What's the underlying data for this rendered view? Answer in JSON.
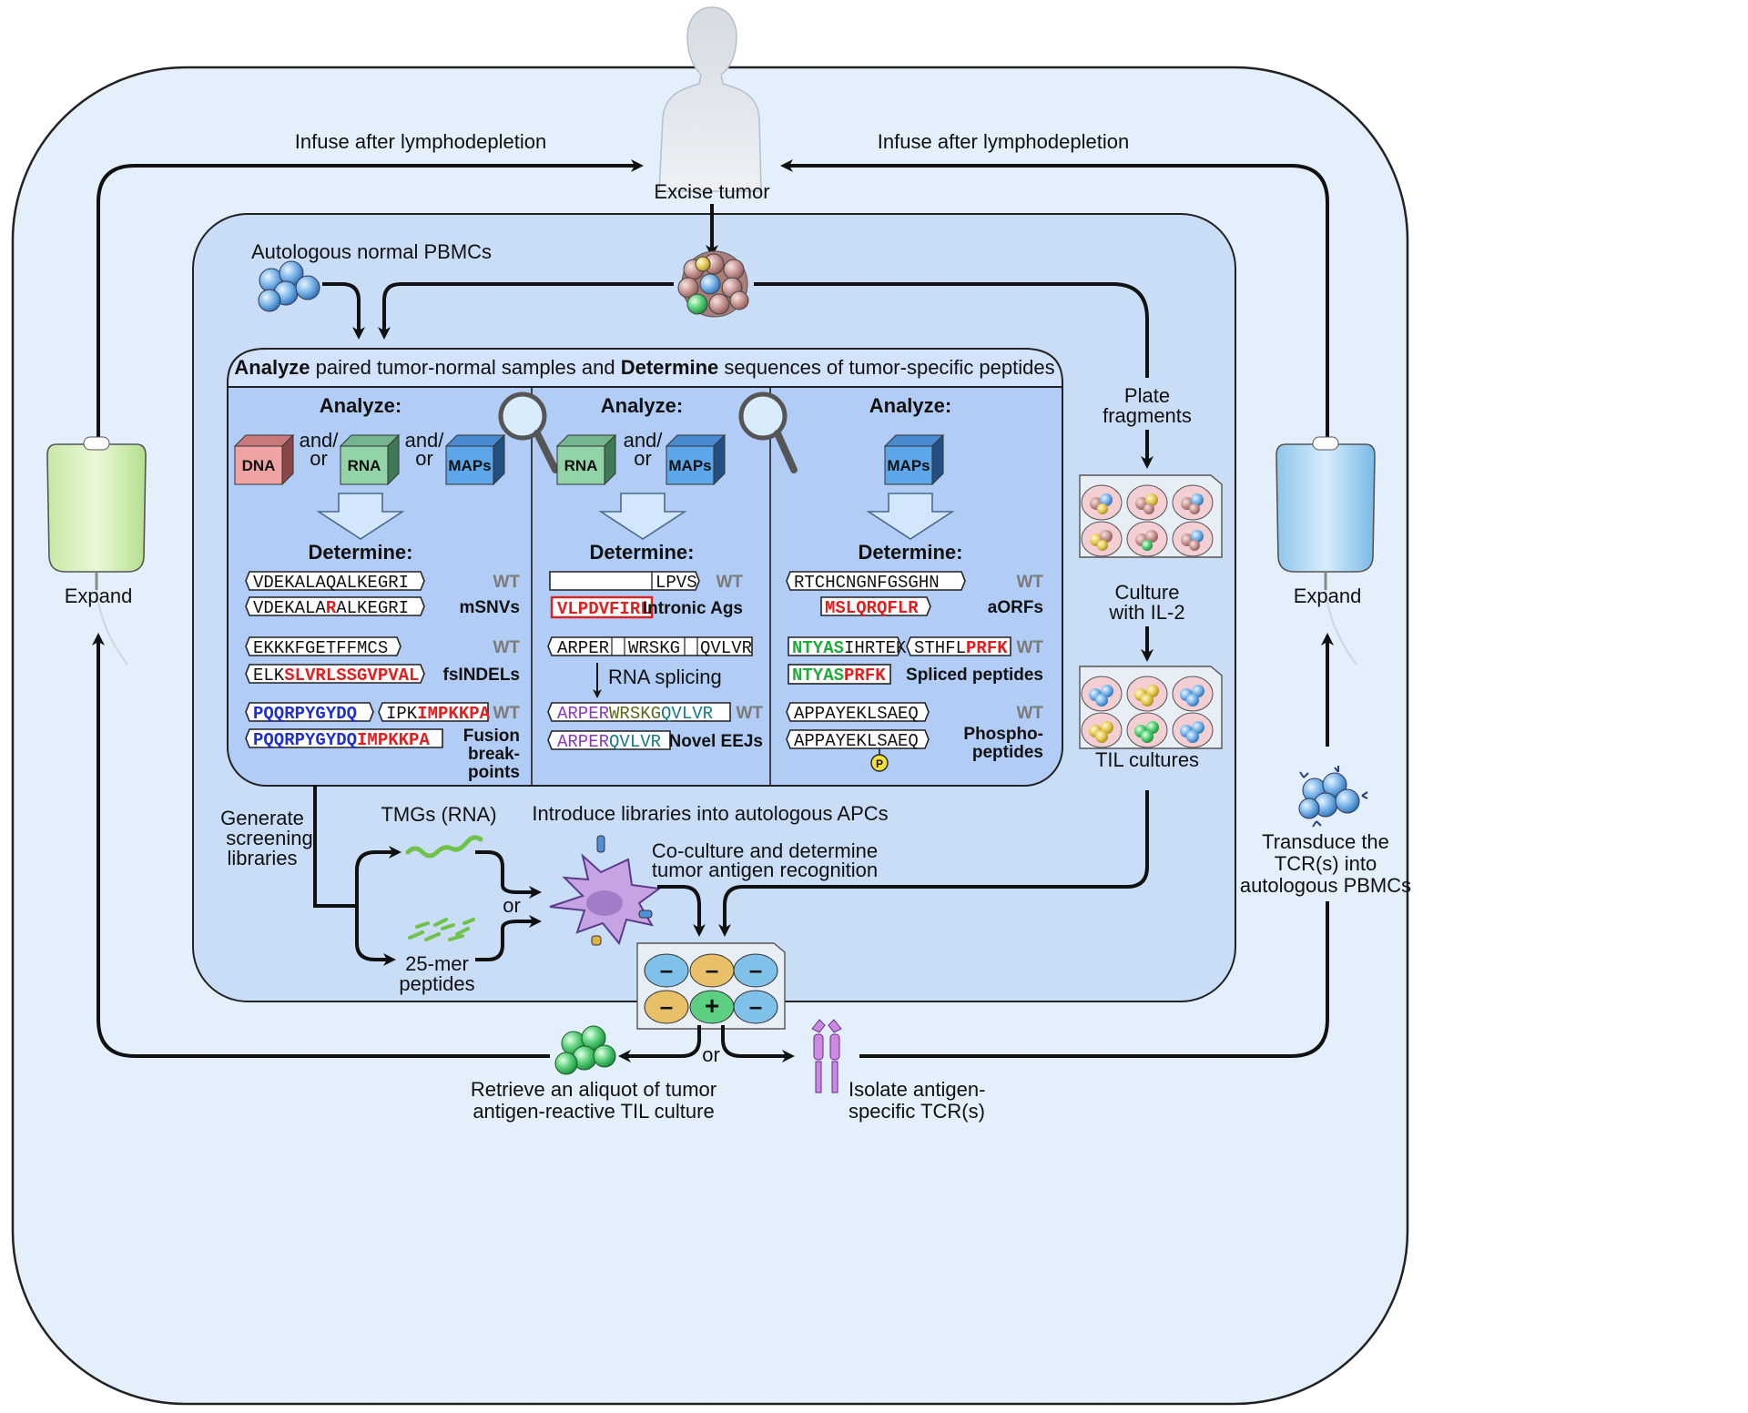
{
  "labels": {
    "infuse_left": "Infuse after lymphodepletion",
    "infuse_right": "Infuse after lymphodepletion",
    "excise": "Excise tumor",
    "pbmc": "Autologous normal PBMCs",
    "expand_left": "Expand",
    "expand_right": "Expand",
    "plate_1": "Plate",
    "plate_2": "fragments",
    "culture_1": "Culture",
    "culture_2": "with IL-2",
    "til_cultures": "TIL cultures",
    "transduce_1": "Transduce the",
    "transduce_2": "TCR(s) into",
    "transduce_3": "autologous PBMCs",
    "generate_1": "Generate",
    "generate_2": "screening",
    "generate_3": "libraries",
    "tmgs": "TMGs (RNA)",
    "mer_1": "25-mer",
    "mer_2": "peptides",
    "or_apc": "or",
    "introduce": "Introduce libraries into autologous APCs",
    "coculture_1": "Co-culture and determine",
    "coculture_2": "tumor antigen recognition",
    "retrieve_1": "Retrieve an aliquot of tumor",
    "retrieve_2": "antigen-reactive TIL culture",
    "or_bottom": "or",
    "isolate_1": "Isolate antigen-",
    "isolate_2": "specific TCR(s)"
  },
  "panel": {
    "title_b1": "Analyze",
    "title_t1": " paired tumor-normal samples and ",
    "title_b2": "Determine",
    "title_t2": " sequences of tumor-specific peptides",
    "analyze": "Analyze:",
    "determine": "Determine:",
    "andor_1": "and/",
    "andor_2": "or",
    "dna": "DNA",
    "rna": "RNA",
    "maps": "MAPs",
    "wt": "WT"
  },
  "col1": {
    "s1": "VDEKALAQALKEGRI",
    "s2a": "VDEKALA",
    "s2b": "R",
    "s2c": "ALKEGRI",
    "c1": "mSNVs",
    "s3": "EKKKFGETFFMCS",
    "s4a": "ELK",
    "s4b": "SLVRLSSGVPVAL",
    "c2": "fsINDELs",
    "s5": "PQQRPYGYDQ",
    "s6a": "IPK",
    "s6b": "IMPKKPA",
    "s7a": "PQQRPYGYDQ",
    "s7b": "IMPKKPA",
    "c3a": "Fusion",
    "c3b": "break-",
    "c3c": "points"
  },
  "col2": {
    "s1": "LPVS",
    "s2": "VLPDVFIRL",
    "c1": "Intronic Ags",
    "e1": "ARPER",
    "e2": "WRSKG",
    "e3": "QVLVR",
    "splice": "RNA splicing",
    "f1": "ARPER",
    "f2": "WRSKG",
    "f3": "QVLVR",
    "g1": "ARPER",
    "g2": "QVLVR",
    "c2": "Novel EEJs"
  },
  "col3": {
    "s1": "RTCHCNGNFGSGHN",
    "s2": "MSLQRQFLR",
    "c1": "aORFs",
    "s3a": "NTYAS",
    "s3b": "IHRTEK",
    "s4a": "STHFL",
    "s4b": "PRFK",
    "s5a": "NTYAS",
    "s5b": "PRFK",
    "c2": "Spliced peptides",
    "s6": "APPAYEKLSAEQ",
    "s7": "APPAYEKLSAEQ",
    "p": "P",
    "c3a": "Phospho-",
    "c3b": "peptides"
  },
  "wells": [
    "–",
    "–",
    "–",
    "–",
    "+",
    "–"
  ],
  "colors": {
    "outer_bg": "#e3effb",
    "middle_bg": "#c9ddf6",
    "panel_bg": "#b2cdf5",
    "panel_header": "#d3e3fb",
    "red": "#e02020",
    "blue": "#1f2fcf",
    "green": "#1faa3a",
    "purple": "#8a3ab9",
    "olive": "#5c6a1c",
    "teal": "#157a80"
  }
}
